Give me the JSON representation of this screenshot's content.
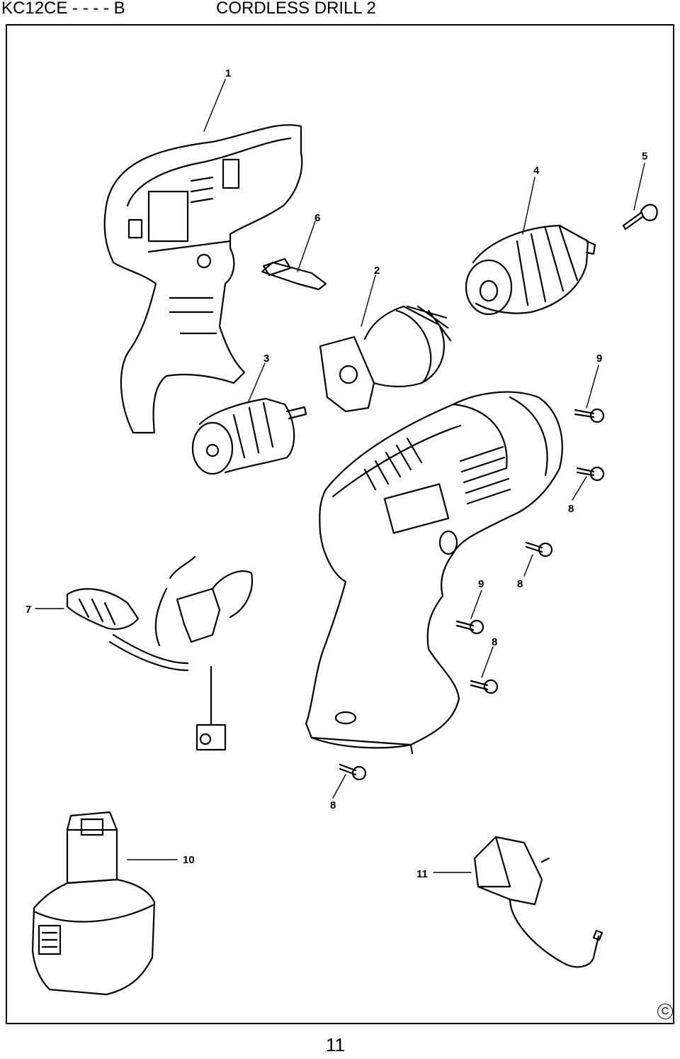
{
  "header": {
    "model": "KC12CE - - - - B",
    "title": "CORDLESS DRILL 2"
  },
  "callouts": [
    {
      "id": "1",
      "label": "1"
    },
    {
      "id": "2",
      "label": "2"
    },
    {
      "id": "3",
      "label": "3"
    },
    {
      "id": "4",
      "label": "4"
    },
    {
      "id": "5",
      "label": "5"
    },
    {
      "id": "6",
      "label": "6"
    },
    {
      "id": "7",
      "label": "7"
    },
    {
      "id": "8a",
      "label": "8"
    },
    {
      "id": "8b",
      "label": "8"
    },
    {
      "id": "8c",
      "label": "8"
    },
    {
      "id": "8d",
      "label": "8"
    },
    {
      "id": "9a",
      "label": "9"
    },
    {
      "id": "9b",
      "label": "9"
    },
    {
      "id": "10",
      "label": "10"
    },
    {
      "id": "11",
      "label": "11"
    }
  ],
  "footer": {
    "copyright_symbol": "C",
    "page_number": "11"
  },
  "colors": {
    "line": "#000000",
    "background": "#ffffff"
  }
}
